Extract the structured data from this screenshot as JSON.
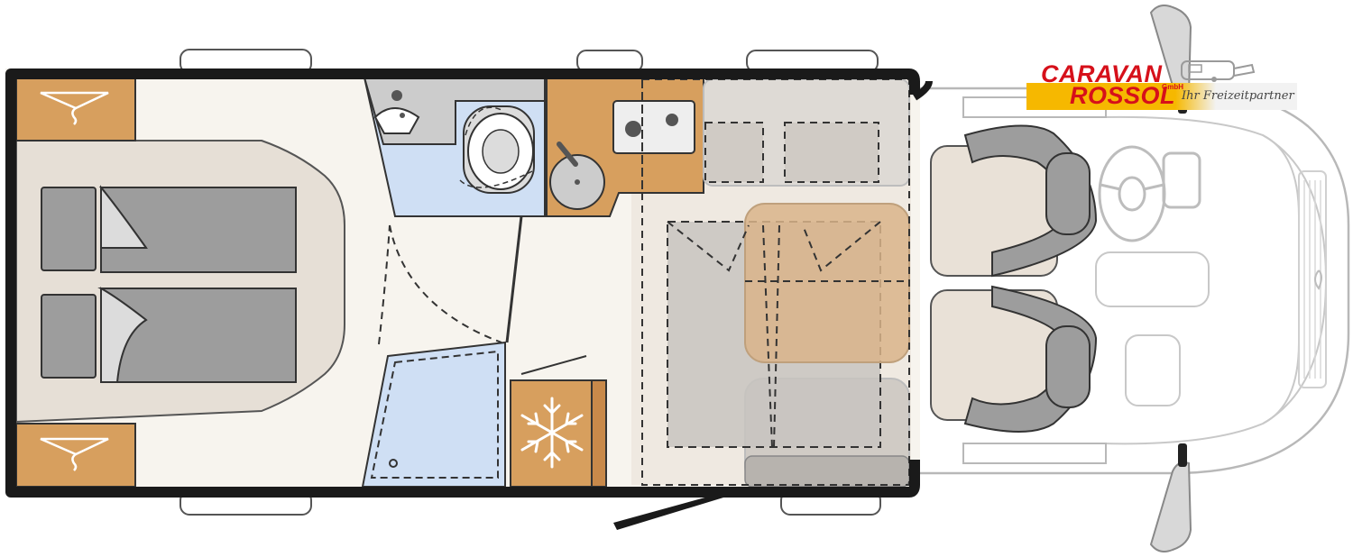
{
  "diagram": {
    "kind": "motorhome floor plan (top view)",
    "colors": {
      "outline": "#1a1a1a",
      "floor": "#f7f4ee",
      "bed_area": "#e6dfd6",
      "mattress": "#9d9d9d",
      "wood": "#d79f5e",
      "bathroom": "#cfdff4",
      "grey_panel": "#cccccc",
      "cab_seat": "#e9e1d7",
      "cab_outline": "#b8b8b8"
    },
    "icons": [
      "snowflake-icon",
      "hanger-icon",
      "sink-icon",
      "toilet-icon",
      "steering-wheel-icon"
    ]
  },
  "logo": {
    "line1": "CARAVAN",
    "line2": "ROSSOL",
    "suffix": "GmbH",
    "slogan": "Ihr Freizeitpartner",
    "colors": {
      "brand_red": "#d6101a",
      "brand_yellow": "#f6b800"
    },
    "mark_icon": "caravan-icon"
  }
}
